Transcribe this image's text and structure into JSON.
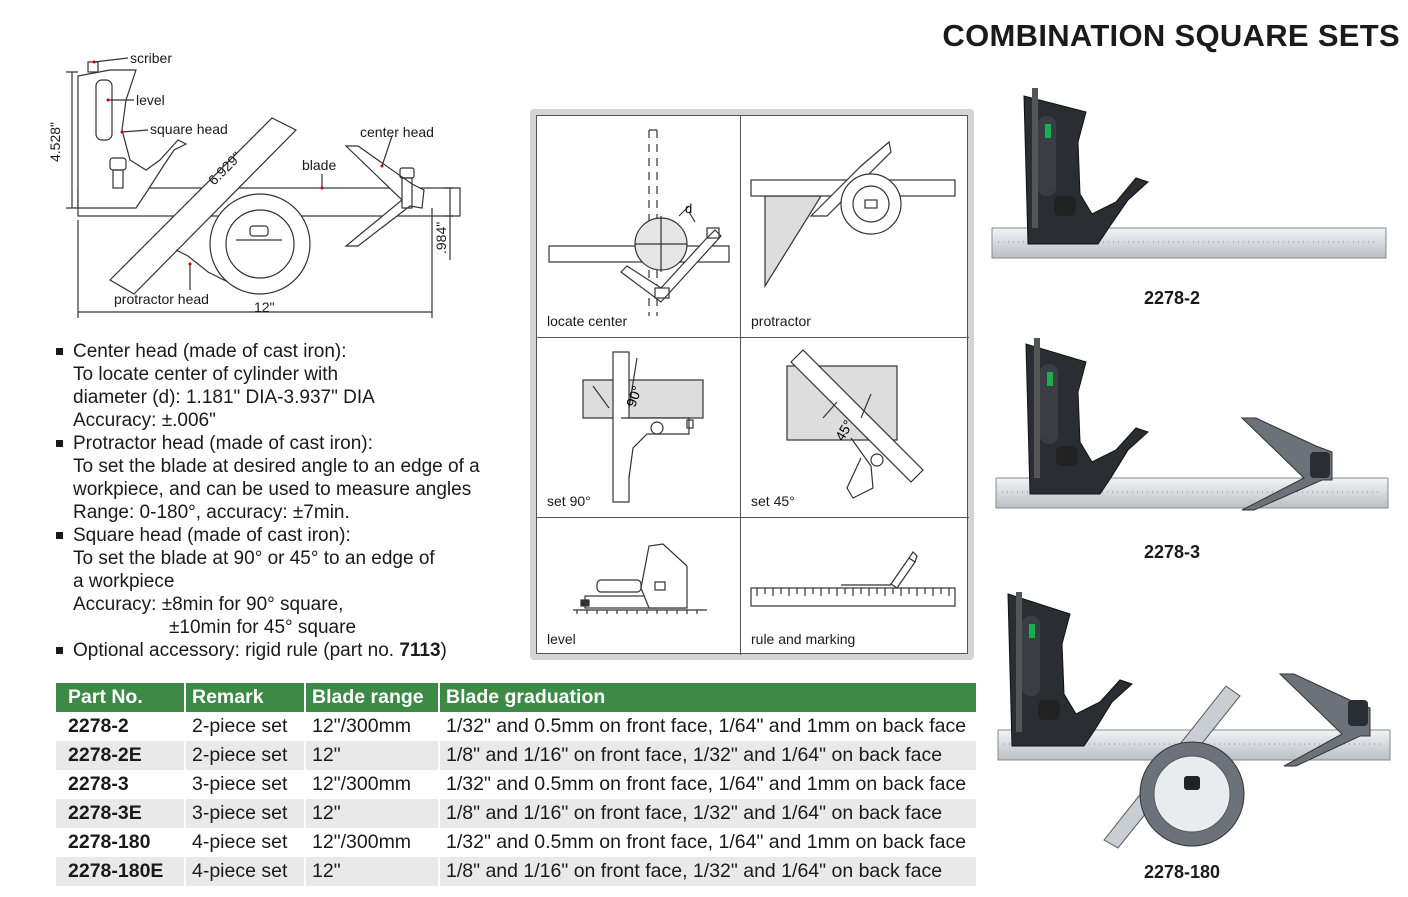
{
  "title": "COMBINATION SQUARE SETS",
  "diagram": {
    "labels": {
      "scriber": "scriber",
      "level": "level",
      "square_head": "square head",
      "center_head": "center head",
      "blade": "blade",
      "protractor_head": "protractor head"
    },
    "dims": {
      "height": "4.528\"",
      "diag": "6.929\"",
      "thickness": ".984\"",
      "length": "12\""
    }
  },
  "specs": [
    {
      "lines": [
        "Center head (made of cast iron):",
        "To locate center of cylinder with",
        "diameter (d): 1.181\" DIA-3.937\" DIA",
        "Accuracy: ±.006\""
      ]
    },
    {
      "lines": [
        "Protractor head (made of cast iron):",
        "To set the blade at desired angle to an edge of a",
        "workpiece, and can be used to measure angles",
        "Range: 0-180°, accuracy: ±7min."
      ]
    },
    {
      "lines": [
        "Square head (made of cast iron):",
        "To set the blade at 90° or 45° to an edge of",
        "a workpiece",
        "Accuracy: ±8min for 90° square,",
        "±10min for 45° square"
      ]
    },
    {
      "text": "Optional accessory: rigid rule (part no. ",
      "bold": "7113",
      "end": ")"
    }
  ],
  "applications": {
    "locate_center": "locate center",
    "d": "d",
    "protractor": "protractor",
    "set90": "set 90°",
    "angle90": "90°",
    "set45": "set 45°",
    "angle45": "45°",
    "level": "level",
    "rule_marking": "rule and marking"
  },
  "table": {
    "headers": [
      "Part No.",
      "Remark",
      "Blade range",
      "Blade graduation"
    ],
    "rows": [
      [
        "2278-2",
        "2-piece set",
        "12\"/300mm",
        "1/32\" and 0.5mm on front face, 1/64\" and 1mm on back face"
      ],
      [
        "2278-2E",
        "2-piece set",
        "12\"",
        "1/8\" and 1/16\" on front face, 1/32\" and 1/64\" on back face"
      ],
      [
        "2278-3",
        "3-piece set",
        "12\"/300mm",
        "1/32\" and 0.5mm on front face, 1/64\" and 1mm on back face"
      ],
      [
        "2278-3E",
        "3-piece set",
        "12\"",
        "1/8\" and 1/16\" on front face, 1/32\" and 1/64\" on back face"
      ],
      [
        "2278-180",
        "4-piece set",
        "12\"/300mm",
        "1/32\" and 0.5mm on front face, 1/64\" and 1mm on back face"
      ],
      [
        "2278-180E",
        "4-piece set",
        "12\"",
        "1/8\" and 1/16\" on front face, 1/32\" and 1/64\" on back face"
      ]
    ]
  },
  "products": [
    {
      "caption": "2278-2"
    },
    {
      "caption": "2278-3"
    },
    {
      "caption": "2278-180"
    }
  ],
  "colors": {
    "header_green": "#3c8a45",
    "row_alt": "#e9e9e9",
    "accent_green": "#18b04a"
  }
}
